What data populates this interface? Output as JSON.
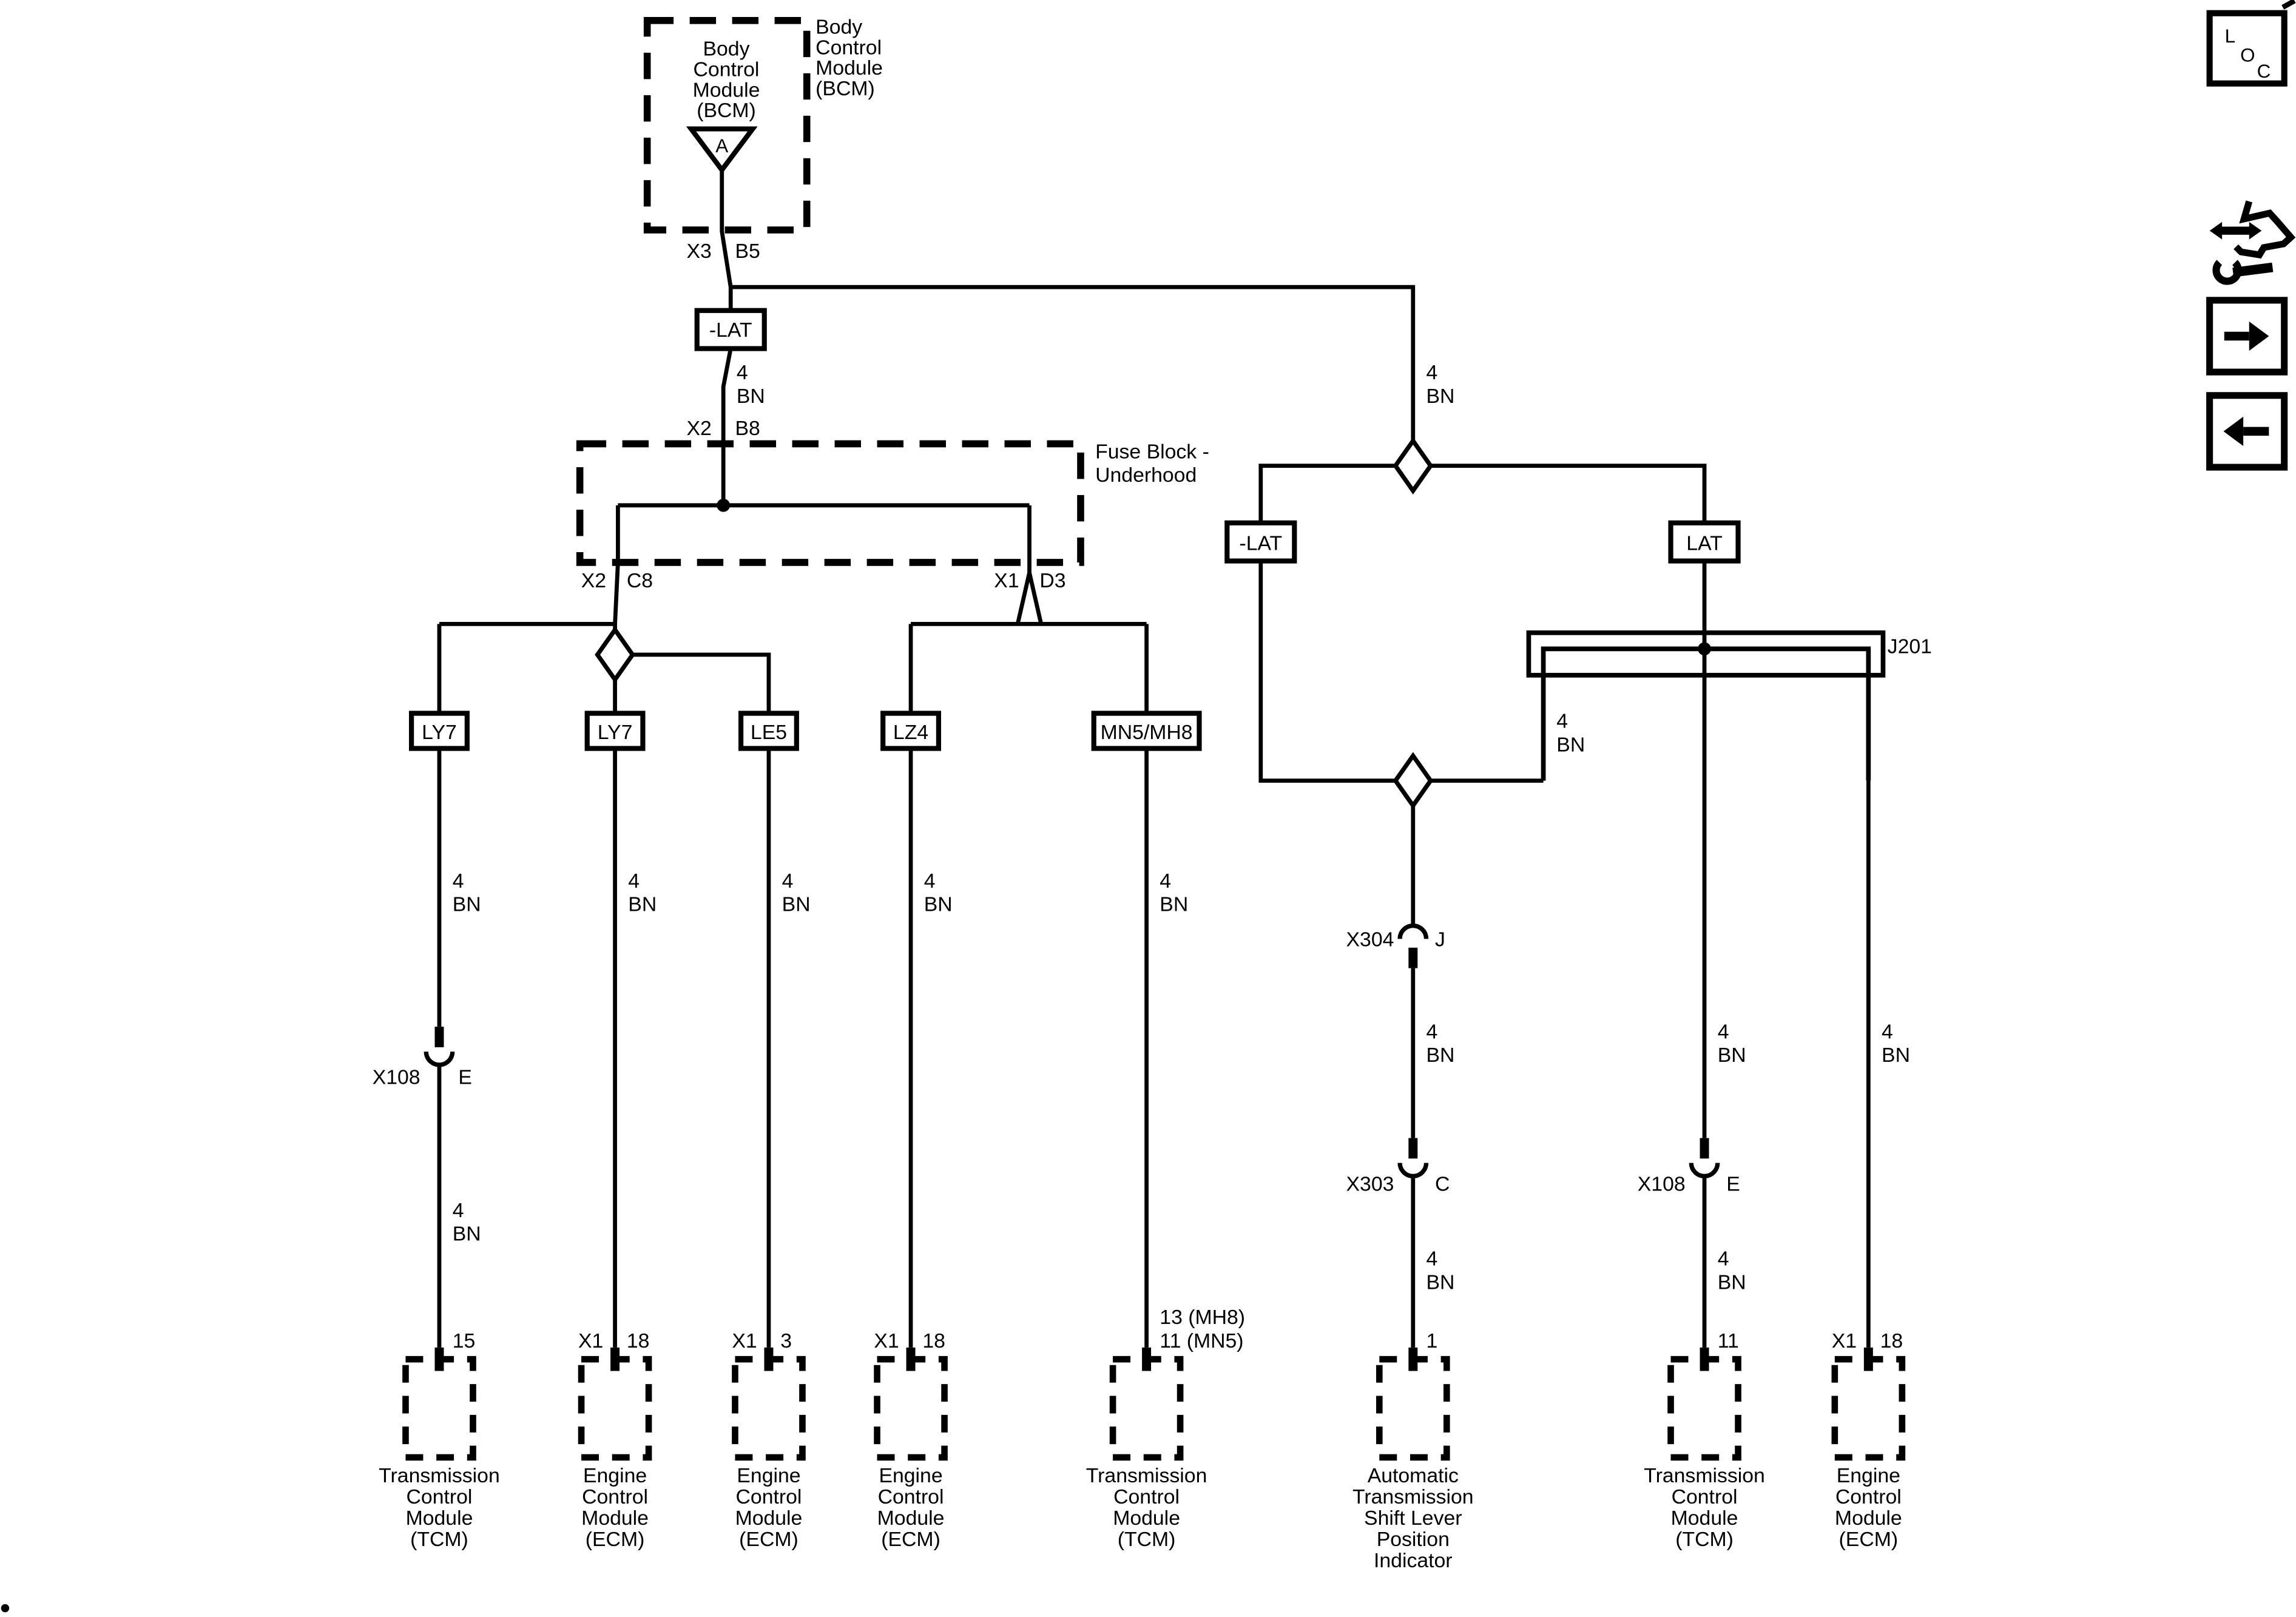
{
  "canvas": {
    "background": "#ffffff",
    "line_color": "#000000"
  },
  "wire": {
    "gauge": "4",
    "color": "BN"
  },
  "bcm": {
    "title": [
      "Body",
      "Control",
      "Module",
      "(BCM)"
    ],
    "side_title": [
      "Body",
      "Control",
      "Module",
      "(BCM)"
    ],
    "triangle_letter": "A",
    "pin_connector": "X3",
    "pin_terminal": "B5"
  },
  "lat_boxes": {
    "top": "-LAT",
    "left": "-LAT",
    "right": "LAT"
  },
  "fuse_block": {
    "title": [
      "Fuse Block -",
      "Underhood"
    ],
    "in_connector": "X2",
    "in_terminal": "B8",
    "out_left_connector": "X2",
    "out_left_terminal": "C8",
    "out_right_connector": "X1",
    "out_right_terminal": "D3"
  },
  "junction_block": {
    "label": "J201"
  },
  "engine_codes": [
    "LY7",
    "LY7",
    "LE5",
    "LZ4",
    "MN5/MH8"
  ],
  "connectors": [
    {
      "name": "X108",
      "pin": "E"
    },
    {
      "name": "X304",
      "pin": "J"
    },
    {
      "name": "X303",
      "pin": "C"
    },
    {
      "name": "X108",
      "pin": "E"
    }
  ],
  "modules": [
    {
      "term": "15",
      "name": [
        "Transmission",
        "Control",
        "Module",
        "(TCM)"
      ]
    },
    {
      "conn": "X1",
      "term": "18",
      "name": [
        "Engine",
        "Control",
        "Module",
        "(ECM)"
      ]
    },
    {
      "conn": "X1",
      "term": "3",
      "name": [
        "Engine",
        "Control",
        "Module",
        "(ECM)"
      ]
    },
    {
      "conn": "X1",
      "term": "18",
      "name": [
        "Engine",
        "Control",
        "Module",
        "(ECM)"
      ]
    },
    {
      "term_lines": [
        "13 (MH8)",
        "11 (MN5)"
      ],
      "name": [
        "Transmission",
        "Control",
        "Module",
        "(TCM)"
      ]
    },
    {
      "term": "1",
      "name": [
        "Automatic",
        "Transmission",
        "Shift Lever",
        "Position",
        "Indicator"
      ]
    },
    {
      "term": "11",
      "name": [
        "Transmission",
        "Control",
        "Module",
        "(TCM)"
      ]
    },
    {
      "conn": "X1",
      "term": "18",
      "name": [
        "Engine",
        "Control",
        "Module",
        "(ECM)"
      ]
    }
  ],
  "toolbar": {
    "loc": {
      "l1": "L",
      "l2": "O",
      "l3": "C"
    }
  }
}
